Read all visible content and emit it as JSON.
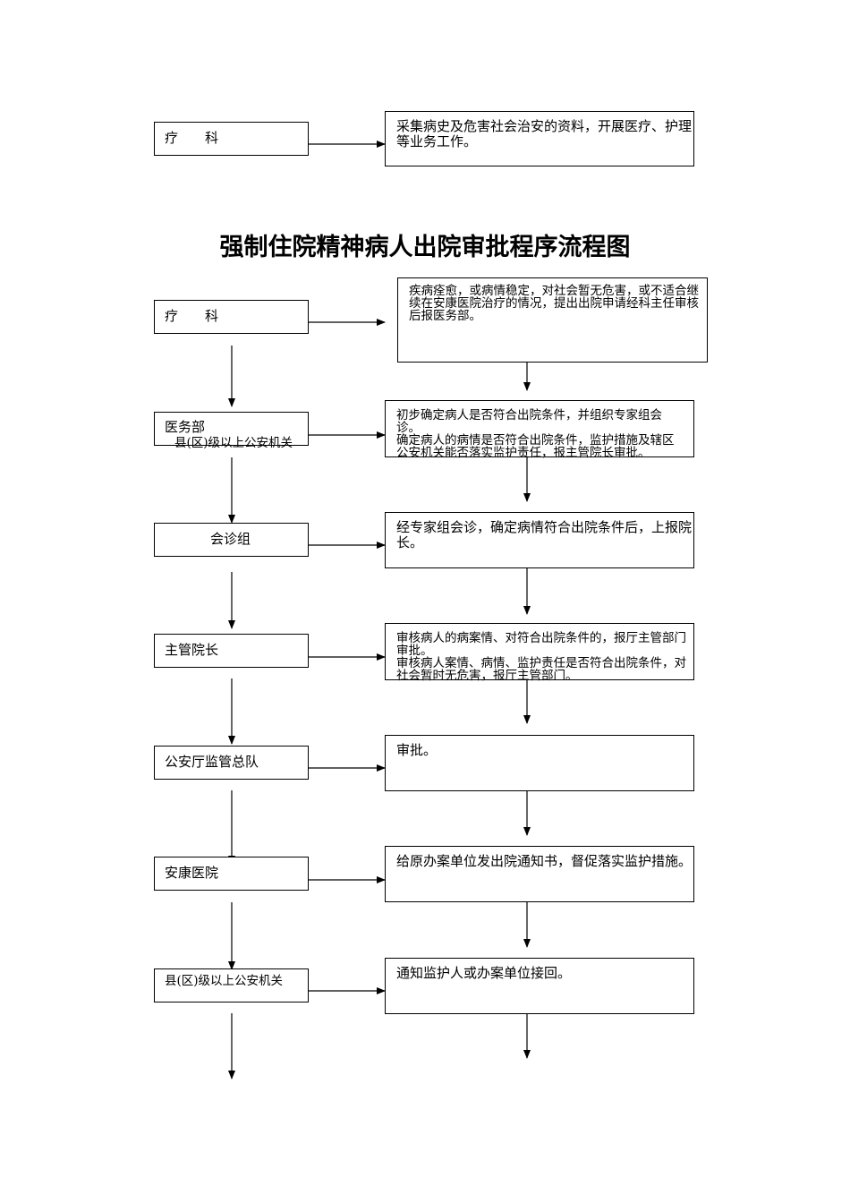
{
  "top_section": {
    "left_label": "疗　　科",
    "right_text": "采集病史及危害社会治安的资料，开展医疗、护理等业务工作。"
  },
  "title": "强制住院精神病人出院审批程序流程图",
  "steps": [
    {
      "left": "疗　　科",
      "right": "疾病痊愈，或病情稳定，对社会暂无危害，或不适合继续在安康医院治疗的情况，提出出院申请经科主任审核后报医务部。"
    },
    {
      "left": "医务部",
      "left_overlap": "县(区)级以上公安机关",
      "right": "初步确定病人是否符合出院条件，并组织专家组会诊。",
      "right_overlap": "确定病人的病情是否符合出院条件，监护措施及辖区公安机关能否落实监护责任，报主管院长审批。"
    },
    {
      "left": "会诊组",
      "right": "经专家组会诊，确定病情符合出院条件后，上报院长。"
    },
    {
      "left": "主管院长",
      "right": "审核病人的病案情、对符合出院条件的，报厅主管部门审批。",
      "right_overlap": "审核病人案情、病情、监护责任是否符合出院条件，对社会暂时无危害，报厅主管部门。"
    },
    {
      "left": "公安厅监管总队",
      "right": "审批。"
    },
    {
      "left": "安康医院",
      "right": "给原办案单位发出院通知书，督促落实监护措施。"
    },
    {
      "left": "县(区)级以上公安机关",
      "right": "通知监护人或办案单位接回。"
    }
  ]
}
